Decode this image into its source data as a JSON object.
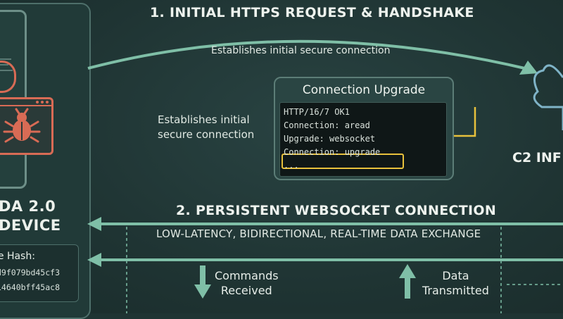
{
  "device": {
    "name_line1": "DA 2.0",
    "name_line2": "DEVICE",
    "hash_label": "le Hash:",
    "hash_line1": "d9f079bd45cf3",
    "hash_line2": "14640bff45ac8"
  },
  "step1": {
    "title": "1. INITIAL HTTPS REQUEST & HANDSHAKE",
    "caption": "Establishes initial secure connection"
  },
  "upgrade": {
    "title": "Connection Upgrade",
    "side_caption_line1": "Establishes initial",
    "side_caption_line2": "secure connection",
    "lines": [
      "HTTP/16/7 OK1",
      "Connection: aread",
      "Upgrade: websocket",
      "Connection: upgrade",
      "..."
    ]
  },
  "c2": {
    "label": "C2 INF"
  },
  "step2": {
    "title": "2. PERSISTENT WEBSOCKET CONNECTION",
    "caption": "LOW-LATENCY, BIDIRECTIONAL, REAL-TIME DATA EXCHANGE"
  },
  "flows": {
    "down_line1": "Commands",
    "down_line2": "Received",
    "up_line1": "Data",
    "up_line2": "Transmitted"
  },
  "colors": {
    "background": "#1f3433",
    "arrow": "#7fbfa7",
    "highlight": "#e8c13c",
    "alert": "#d86b55",
    "c2_cloud": "#7fb3c7"
  },
  "icons": [
    "phone-icon",
    "bug-icon",
    "cloud-icon",
    "arrow-down-icon",
    "arrow-up-icon"
  ]
}
